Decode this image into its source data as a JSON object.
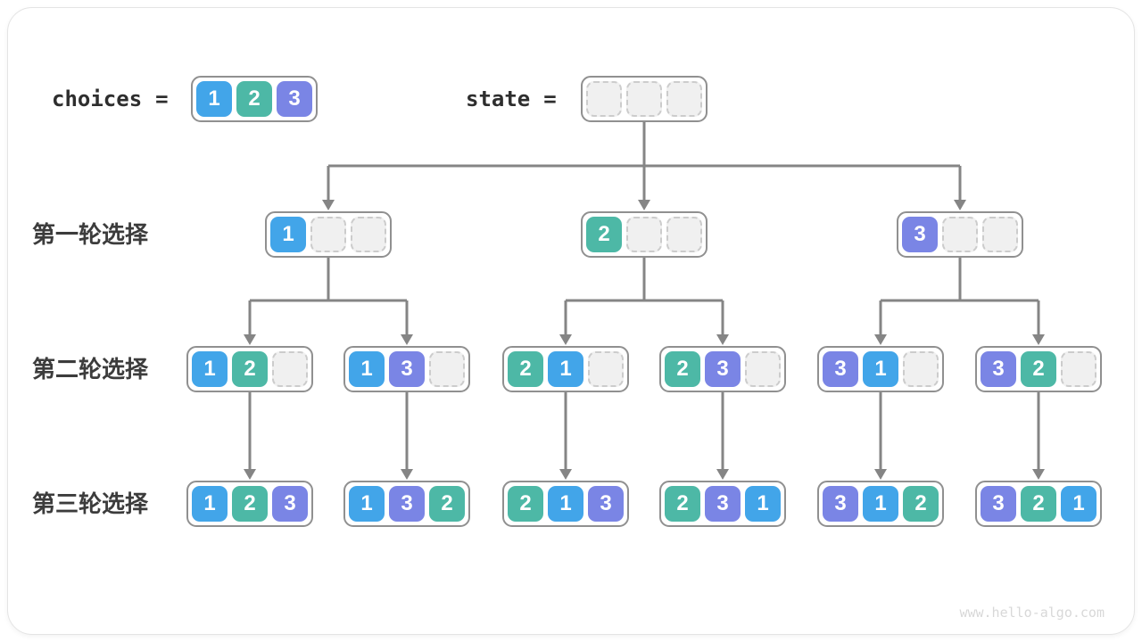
{
  "header": {
    "choices_label": "choices",
    "choices_eq": "=",
    "choices_values": [
      1,
      2,
      3
    ],
    "state_label": "state",
    "state_eq": "=",
    "state_values": [
      null,
      null,
      null
    ]
  },
  "rows": [
    {
      "label": "第一轮选择",
      "nodes": [
        [
          1,
          null,
          null
        ],
        [
          2,
          null,
          null
        ],
        [
          3,
          null,
          null
        ]
      ]
    },
    {
      "label": "第二轮选择",
      "nodes": [
        [
          1,
          2,
          null
        ],
        [
          1,
          3,
          null
        ],
        [
          2,
          1,
          null
        ],
        [
          2,
          3,
          null
        ],
        [
          3,
          1,
          null
        ],
        [
          3,
          2,
          null
        ]
      ]
    },
    {
      "label": "第三轮选择",
      "nodes": [
        [
          1,
          2,
          3
        ],
        [
          1,
          3,
          2
        ],
        [
          2,
          1,
          3
        ],
        [
          2,
          3,
          1
        ],
        [
          3,
          1,
          2
        ],
        [
          3,
          2,
          1
        ]
      ]
    }
  ],
  "colors": {
    "value1": "#42A5E9",
    "value2": "#4DB8A6",
    "value3": "#7A85E5",
    "cell_text": "#FFFFFF",
    "empty_fill": "#F0F0F0",
    "empty_border": "#CCCCCC",
    "box_border": "#909090",
    "connector": "#858585",
    "label_text": "#3C3C3C",
    "label_mono": "#2E2E2E",
    "watermark": "#D8D8D8",
    "card_border": "#E4E4E4"
  },
  "watermark": "www.hello-algo.com"
}
